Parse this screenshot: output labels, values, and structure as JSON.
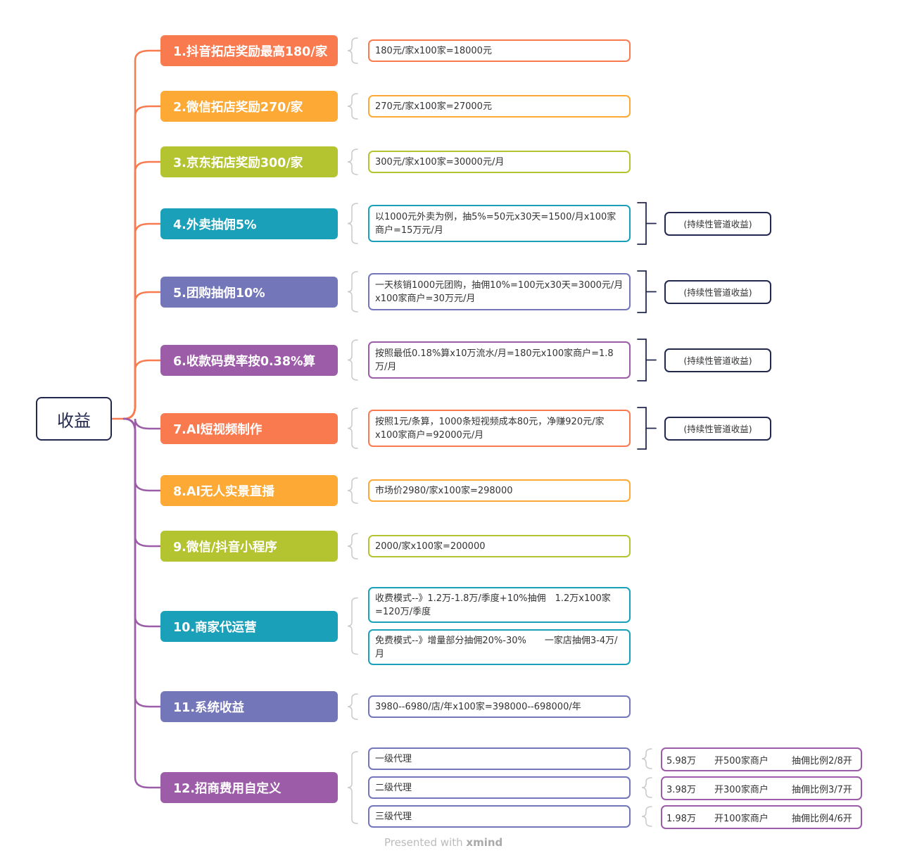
{
  "root": "收益",
  "branches": [
    {
      "label": "1.抖音拓店奖励最高180/家",
      "color": "#fa7a50",
      "leaves": [
        "180元/家x100家=18000元"
      ]
    },
    {
      "label": "2.微信拓店奖励270/家",
      "color": "#fcaa35",
      "leaves": [
        "270元/家x100家=27000元"
      ]
    },
    {
      "label": "3.京东拓店奖励300/家",
      "color": "#b3c430",
      "leaves": [
        "300元/家x100家=30000元/月"
      ]
    },
    {
      "label": "4.外卖抽佣5%",
      "color": "#1aa1b9",
      "leaves": [
        "以1000元外卖为例，抽5%=50元x30天=1500/月x100家商户=15万元/月"
      ],
      "tag": "(持续性管道收益)"
    },
    {
      "label": "5.团购抽佣10%",
      "color": "#7476ba",
      "leaves": [
        "一天核销1000元团购，抽佣10%=100元x30天=3000元/月x100家商户=30万元/月"
      ],
      "tag": "(持续性管道收益)"
    },
    {
      "label": "6.收款码费率按0.38%算",
      "color": "#9c5ca8",
      "leaves": [
        "按照最低0.18%算x10万流水/月=180元x100家商户=1.8万/月"
      ],
      "tag": "(持续性管道收益)"
    },
    {
      "label": "7.AI短视频制作",
      "color": "#fa7a50",
      "leaves": [
        "按照1元/条算，1000条短视频成本80元，净赚920元/家x100家商户=92000元/月"
      ],
      "tag": "(持续性管道收益)"
    },
    {
      "label": "8.AI无人实景直播",
      "color": "#fcaa35",
      "leaves": [
        "市场价2980/家x100家=298000"
      ]
    },
    {
      "label": "9.微信/抖音小程序",
      "color": "#b3c430",
      "leaves": [
        "2000/家x100家=200000"
      ]
    },
    {
      "label": "10.商家代运营",
      "color": "#1aa1b9",
      "leaves": [
        "收费模式--》1.2万-1.8万/季度+10%抽佣　1.2万x100家=120万/季度",
        "免费模式--》增量部分抽佣20%-30%　　一家店抽佣3-4万/月"
      ]
    },
    {
      "label": "11.系统收益",
      "color": "#7476ba",
      "leaves": [
        "3980--6980/店/年x100家=398000--698000/年"
      ]
    },
    {
      "label": "12.招商费用自定义",
      "color": "#9c5ca8",
      "leaves": [
        "一级代理",
        "二级代理",
        "三级代理"
      ]
    }
  ],
  "agents": [
    {
      "price": "5.98万",
      "stores": "开500家商户",
      "ratio": "抽佣比例2/8开"
    },
    {
      "price": "3.98万",
      "stores": "开300家商户",
      "ratio": "抽佣比例3/7开"
    },
    {
      "price": "1.98万",
      "stores": "开100家商户",
      "ratio": "抽佣比例4/6开"
    }
  ],
  "footer": {
    "prefix": "Presented with ",
    "brand": "xmind"
  }
}
